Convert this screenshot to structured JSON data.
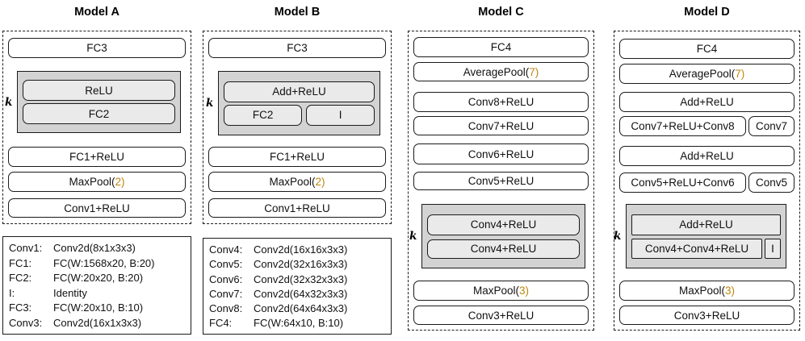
{
  "colors": {
    "accent": "#bf860d",
    "group_bg": "#d3d3d3",
    "inner_box_bg": "#eaeaea"
  },
  "model_a": {
    "title": "Model A",
    "k": "k",
    "fc3": "FC3",
    "group": {
      "relu": "ReLU",
      "fc2": "FC2"
    },
    "fc1": "FC1+ReLU",
    "maxpool": {
      "pre": "MaxPool(",
      "accent": "2)"
    },
    "conv1": "Conv1+ReLU"
  },
  "model_b": {
    "title": "Model B",
    "k": "k",
    "fc3": "FC3",
    "group": {
      "add_relu": "Add+ReLU",
      "fc2": "FC2",
      "identity": "I"
    },
    "fc1": "FC1+ReLU",
    "maxpool": {
      "pre": "MaxPool(",
      "accent": "2)"
    },
    "conv1": "Conv1+ReLU"
  },
  "model_c": {
    "title": "Model C",
    "k": "k",
    "fc4": "FC4",
    "avgpool": {
      "pre": "AveragePool(",
      "accent": "7)"
    },
    "conv8": "Conv8+ReLU",
    "conv7": "Conv7+ReLU",
    "conv6": "Conv6+ReLU",
    "conv5": "Conv5+ReLU",
    "group": {
      "conv4_top": "Conv4+ReLU",
      "conv4_bottom": "Conv4+ReLU"
    },
    "maxpool": {
      "pre": "MaxPool(",
      "accent": "3)"
    },
    "conv3": "Conv3+ReLU"
  },
  "model_d": {
    "title": "Model D",
    "k": "k",
    "fc4": "FC4",
    "avgpool": {
      "pre": "AveragePool(",
      "accent": "7)"
    },
    "add_relu_top": "Add+ReLU",
    "conv78": "Conv7+ReLU+Conv8",
    "conv7": "Conv7",
    "add_relu_mid": "Add+ReLU",
    "conv56": "Conv5+ReLU+Conv6",
    "conv5": "Conv5",
    "group": {
      "add_relu": "Add+ReLU",
      "conv44": "Conv4+Conv4+ReLU",
      "identity": "I"
    },
    "maxpool": {
      "pre": "MaxPool(",
      "accent": "3)"
    },
    "conv3": "Conv3+ReLU"
  },
  "legend_a": {
    "rows": [
      {
        "key": "Conv1:",
        "value": "Conv2d(8x1x3x3)"
      },
      {
        "key": "FC1:",
        "value": "FC(W:1568x20, B:20)"
      },
      {
        "key": "FC2:",
        "value": "FC(W:20x20, B:20)"
      },
      {
        "key": "I:",
        "value": "Identity"
      },
      {
        "key": "FC3:",
        "value": "FC(W:20x10, B:10)"
      },
      {
        "key": "Conv3:",
        "value": "Conv2d(16x1x3x3)"
      }
    ]
  },
  "legend_b": {
    "rows": [
      {
        "key": "Conv4:",
        "value": "Conv2d(16x16x3x3)"
      },
      {
        "key": "Conv5:",
        "value": "Conv2d(32x16x3x3)"
      },
      {
        "key": "Conv6:",
        "value": "Conv2d(32x32x3x3)"
      },
      {
        "key": "Conv7:",
        "value": "Conv2d(64x32x3x3)"
      },
      {
        "key": "Conv8:",
        "value": "Conv2d(64x64x3x3)"
      },
      {
        "key": "FC4:",
        "value": "FC(W:64x10, B:10)"
      }
    ]
  }
}
